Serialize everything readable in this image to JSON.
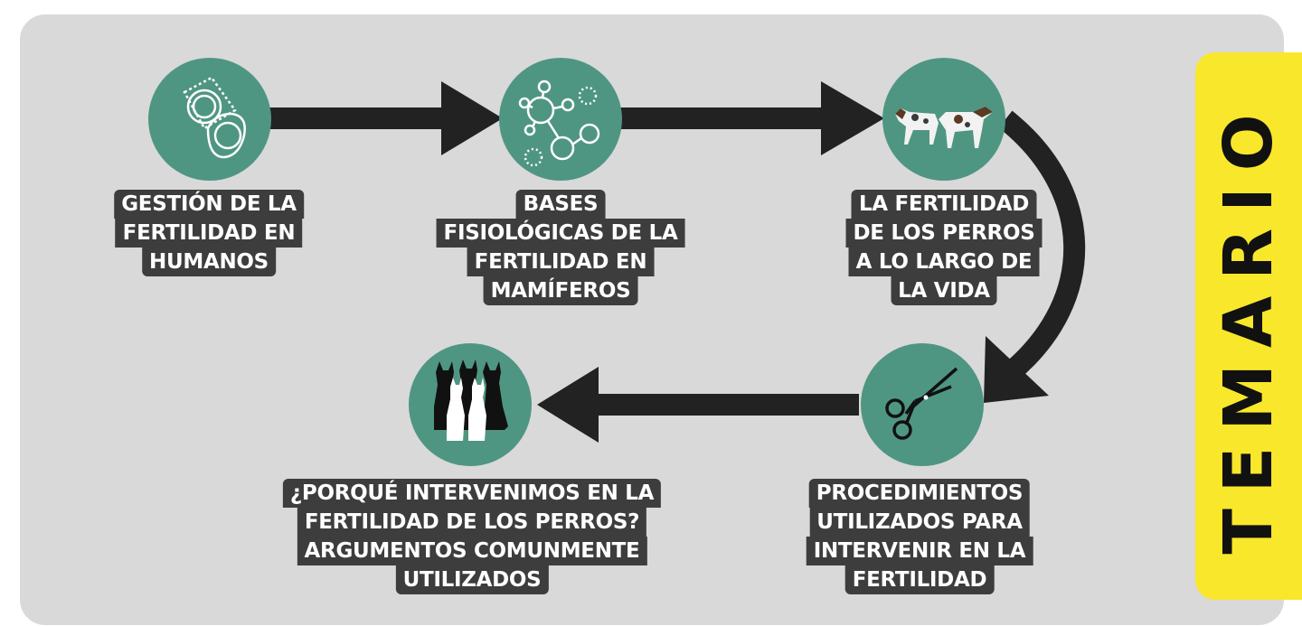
{
  "title": "TEMARIO",
  "colors": {
    "panel": "#d9d9d9",
    "node": "#4f9682",
    "label_bg": "#3d3d3d",
    "arrow": "#222222",
    "tab": "#f9e72b"
  },
  "topics": [
    {
      "icon": "condom-icon",
      "lines": [
        "GESTIÓN DE LA",
        "FERTILIDAD EN",
        "HUMANOS"
      ]
    },
    {
      "icon": "molecule-icon",
      "lines": [
        "BASES",
        "FISIOLÓGICAS DE LA",
        "FERTILIDAD EN",
        "MAMÍFEROS"
      ]
    },
    {
      "icon": "two-dogs-icon",
      "lines": [
        "LA FERTILIDAD",
        "DE LOS PERROS",
        "A LO LARGO DE",
        "LA VIDA"
      ]
    },
    {
      "icon": "scissors-icon",
      "lines": [
        "PROCEDIMIENTOS",
        "UTILIZADOS PARA",
        "INTERVENIR EN LA",
        "FERTILIDAD"
      ]
    },
    {
      "icon": "dogs-silhouette-icon",
      "lines": [
        "¿PORQUÉ INTERVENIMOS EN LA",
        "FERTILIDAD DE LOS PERROS?",
        "ARGUMENTOS COMUNMENTE",
        "UTILIZADOS"
      ]
    }
  ]
}
